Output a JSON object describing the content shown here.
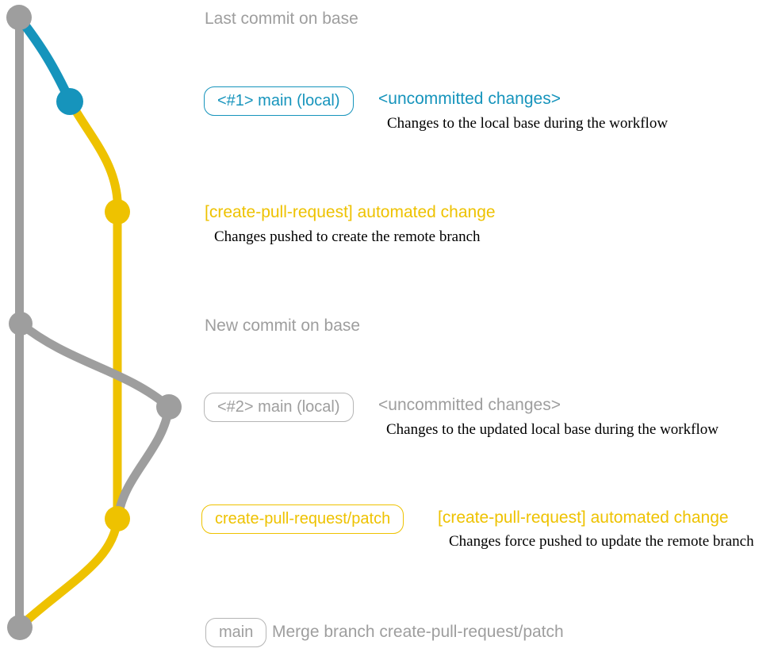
{
  "colors": {
    "gray": "#9e9e9e",
    "blue": "#1694bc",
    "yellow": "#eec200",
    "box_gray_border": "#b5b5b5",
    "serif_text": "#000000"
  },
  "graph": {
    "branches": [
      "base (gray)",
      "main local (blue)",
      "create-pull-request/patch (yellow)"
    ],
    "commits": [
      {
        "name": "last-commit-on-base",
        "color": "gray"
      },
      {
        "name": "uncommitted-changes-1",
        "color": "blue"
      },
      {
        "name": "automated-change-1",
        "color": "yellow"
      },
      {
        "name": "new-commit-on-base",
        "color": "gray"
      },
      {
        "name": "uncommitted-changes-2",
        "color": "gray"
      },
      {
        "name": "automated-change-2",
        "color": "yellow"
      },
      {
        "name": "merge-commit",
        "color": "gray"
      }
    ]
  },
  "rows": {
    "last_commit": {
      "text": "Last commit on base"
    },
    "row1": {
      "badge": "<#1> main (local)",
      "title": "<uncommitted changes>",
      "desc": "Changes to the local base during the workflow"
    },
    "row2": {
      "title": "[create-pull-request] automated change",
      "desc": "Changes pushed to create the remote branch"
    },
    "new_commit": {
      "text": "New commit on base"
    },
    "row3": {
      "badge": "<#2> main (local)",
      "title": "<uncommitted changes>",
      "desc": "Changes to the updated local base during the workflow"
    },
    "row4": {
      "badge": "create-pull-request/patch",
      "title": "[create-pull-request] automated change",
      "desc": "Changes force pushed to update the remote branch"
    },
    "merge": {
      "badge": "main",
      "text": "Merge branch create-pull-request/patch"
    }
  }
}
